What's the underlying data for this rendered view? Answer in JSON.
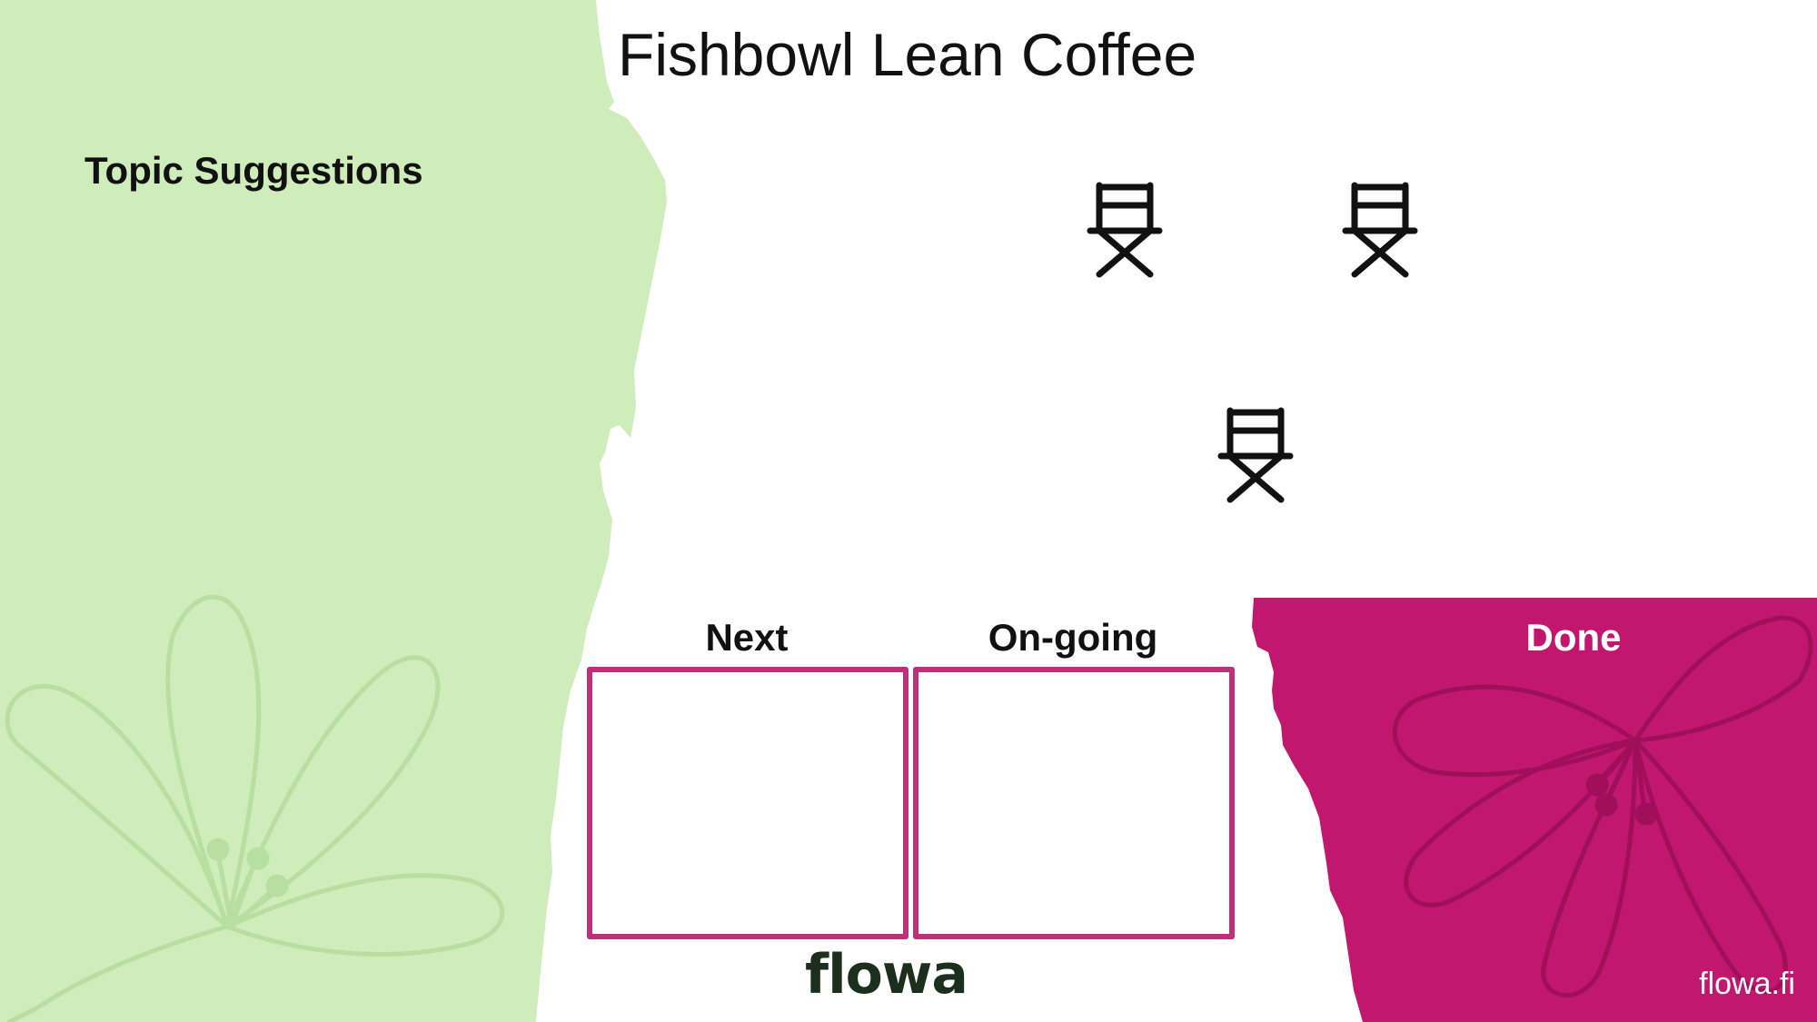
{
  "title": "Fishbowl Lean Coffee",
  "suggestions": {
    "heading": "Topic Suggestions"
  },
  "chairs": [
    {
      "icon": "directors-chair-icon"
    },
    {
      "icon": "directors-chair-icon"
    },
    {
      "icon": "directors-chair-icon"
    }
  ],
  "columns": {
    "next": {
      "label": "Next"
    },
    "ongoing": {
      "label": "On-going"
    },
    "done": {
      "label": "Done"
    }
  },
  "footer": {
    "logo_text": "flowa",
    "link": "flowa.fi"
  },
  "colors": {
    "suggestions_bg": "#cfecbb",
    "done_bg": "#c1176e",
    "box_border": "#c0307a",
    "flower_green": "#b9dea2",
    "flower_magenta": "#a0105a"
  }
}
